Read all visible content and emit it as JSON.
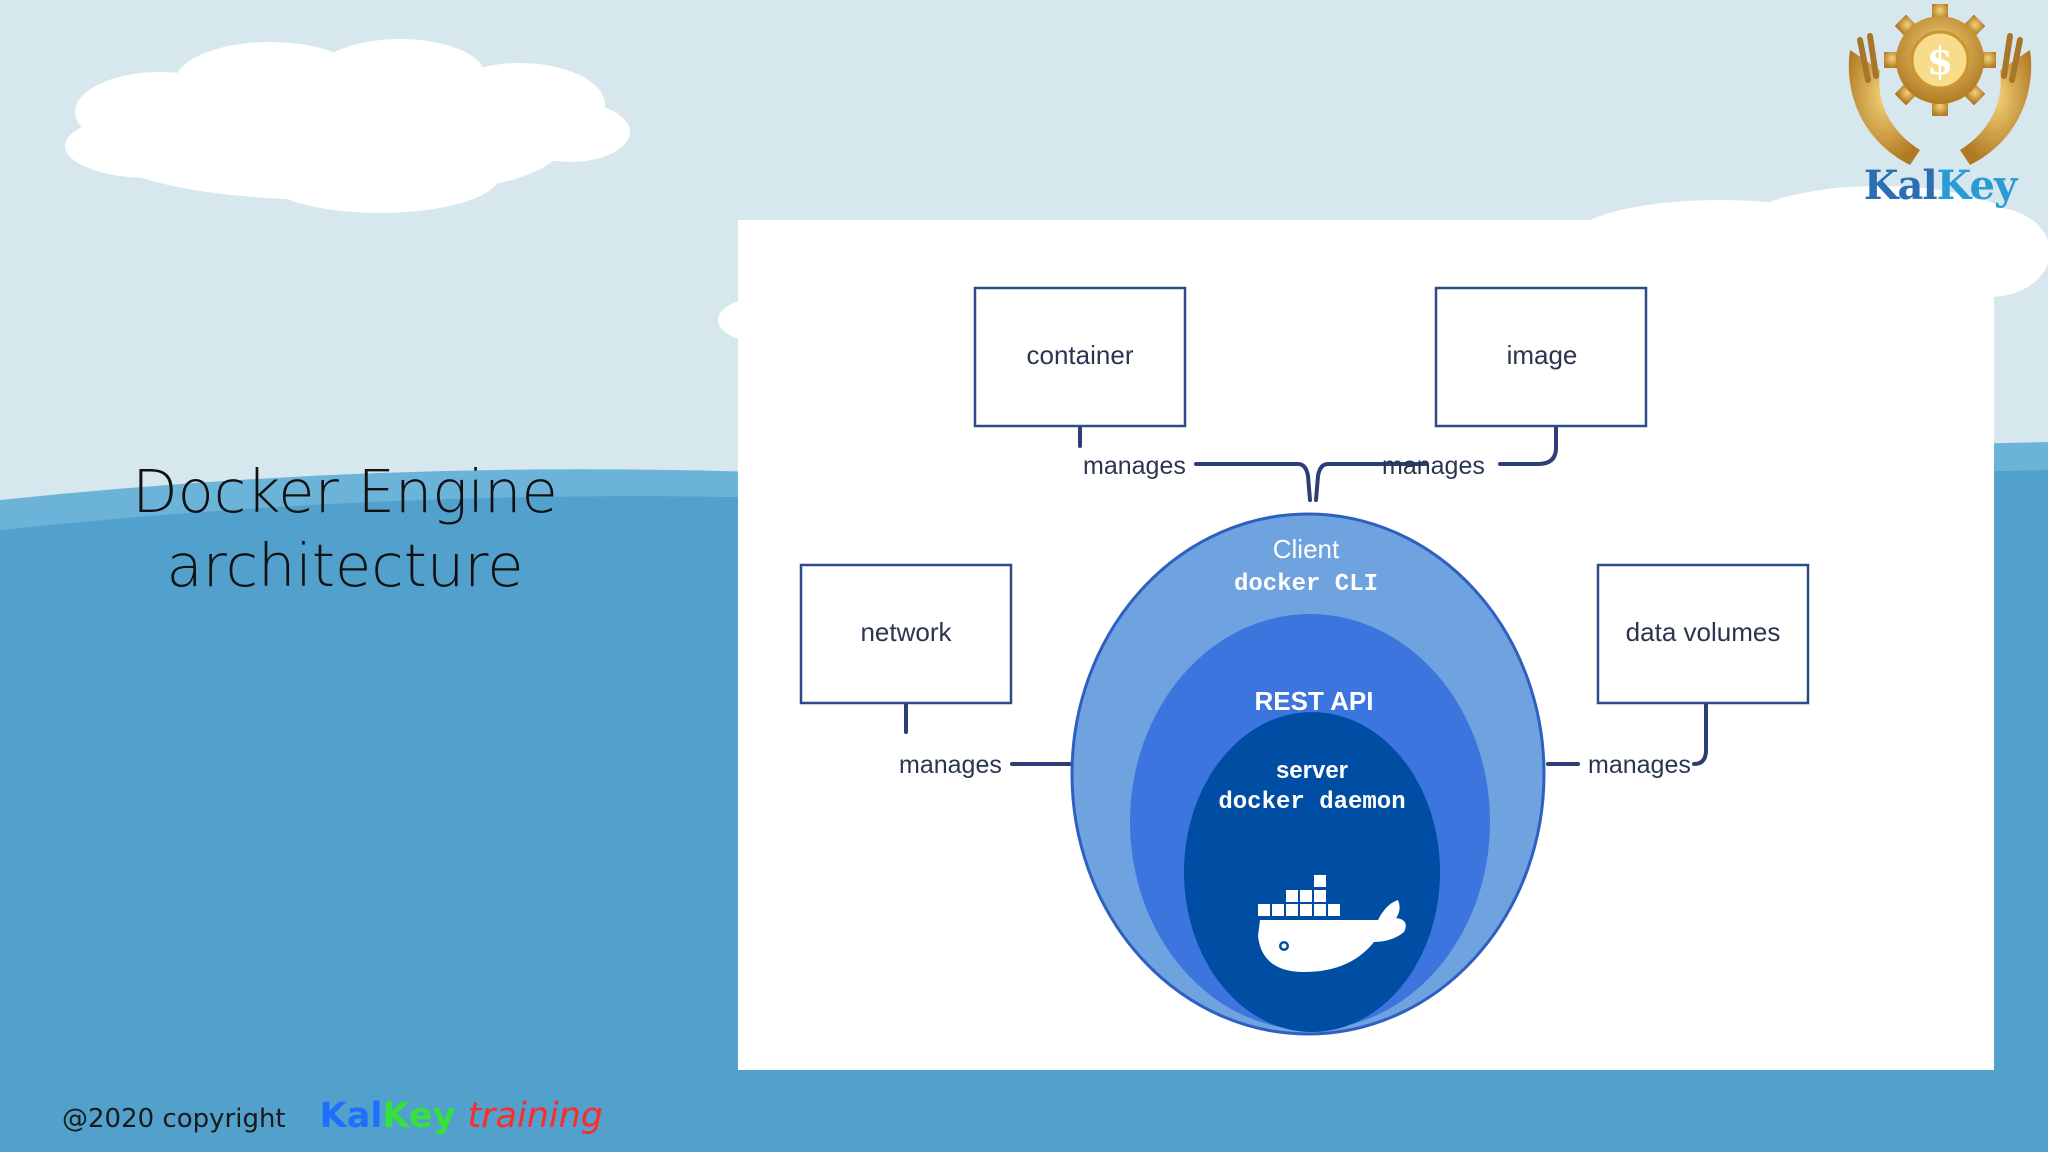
{
  "slide": {
    "title_line1": "Docker Engine",
    "title_line2": "architecture"
  },
  "logo": {
    "text_part1": "Kal",
    "text_part2": "Key",
    "coin_symbol": "$",
    "icon": "hands-gear-coin-icon"
  },
  "footer": {
    "copyright": "@2020 copyright",
    "brand_kal": "Kal",
    "brand_key": "Key",
    "brand_training": "training"
  },
  "diagram": {
    "boxes": {
      "container": "container",
      "image": "image",
      "network": "network",
      "data_volumes": "data volumes"
    },
    "relations": {
      "container_manages": "manages",
      "image_manages": "manages",
      "network_manages": "manages",
      "data_volumes_manages": "manages"
    },
    "layers": {
      "client": "Client",
      "client_sub": "docker CLI",
      "rest_api": "REST API",
      "server": "server",
      "server_sub": "docker daemon"
    },
    "whale_icon": "docker-whale-icon",
    "colors": {
      "box_border": "#2f4a8a",
      "connector": "#2c3e73",
      "client_layer": "#6fa3e0",
      "rest_layer": "#3b75dd",
      "server_layer": "#004ea3",
      "outline": "#2f5fc0",
      "label_text": "#2a3550"
    }
  },
  "colors": {
    "sky": "#d7e7ee",
    "sea": "#52a0cc",
    "cloud": "#ffffff"
  }
}
